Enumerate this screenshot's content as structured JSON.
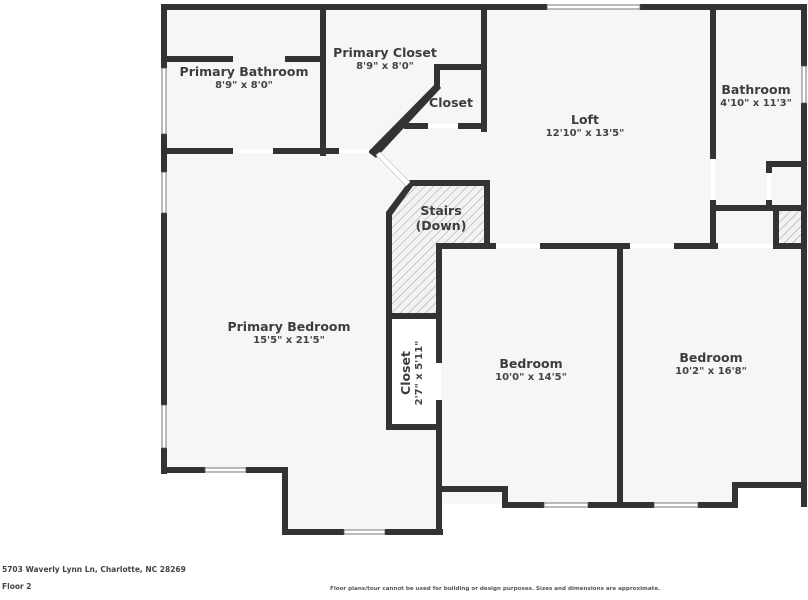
{
  "rooms": {
    "primary_bathroom": {
      "name": "Primary Bathroom",
      "dim": "8'9\" x 8'0\""
    },
    "primary_closet": {
      "name": "Primary Closet",
      "dim": "8'9\" x 8'0\""
    },
    "closet_small": {
      "name": "Closet"
    },
    "loft": {
      "name": "Loft",
      "dim": "12'10\" x 13'5\""
    },
    "bathroom": {
      "name": "Bathroom",
      "dim": "4'10\" x 11'3\""
    },
    "stairs": {
      "name": "Stairs",
      "sub": "(Down)"
    },
    "primary_bedroom": {
      "name": "Primary Bedroom",
      "dim": "15'5\" x 21'5\""
    },
    "closet_vertical": {
      "name": "Closet",
      "dim": "2'7\" x 5'11\""
    },
    "bedroom_1": {
      "name": "Bedroom",
      "dim": "10'0\" x 14'5\""
    },
    "bedroom_2": {
      "name": "Bedroom",
      "dim": "10'2\" x 16'8\""
    }
  },
  "footer": {
    "address": "5703 Waverly Lynn Ln, Charlotte, NC 28269",
    "floor": "Floor 2",
    "disclaimer": "Floor plans/tour cannot be used for building or design purposes. Sizes and dimensions are approximate."
  },
  "colors": {
    "wall": "#333333",
    "floor": "#f6f6f6",
    "hatch": "#9a9a9a"
  }
}
